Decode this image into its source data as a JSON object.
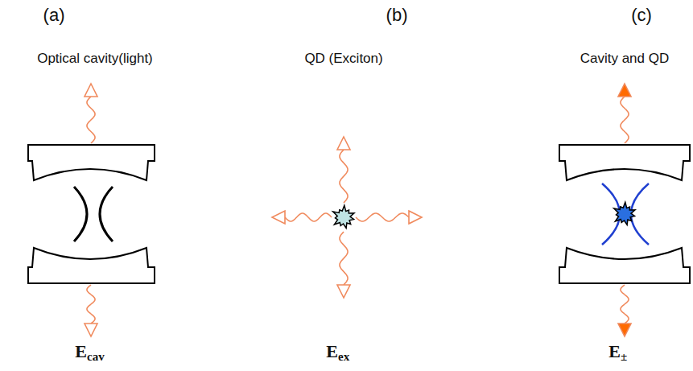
{
  "diagram": {
    "labels": [
      "(a)",
      "(b)",
      "(c)",
      "Optical cavity(light)",
      "QD (Exciton)",
      "Cavity and QD",
      "E",
      "cav",
      "E",
      "ex",
      "E",
      "±"
    ]
  }
}
